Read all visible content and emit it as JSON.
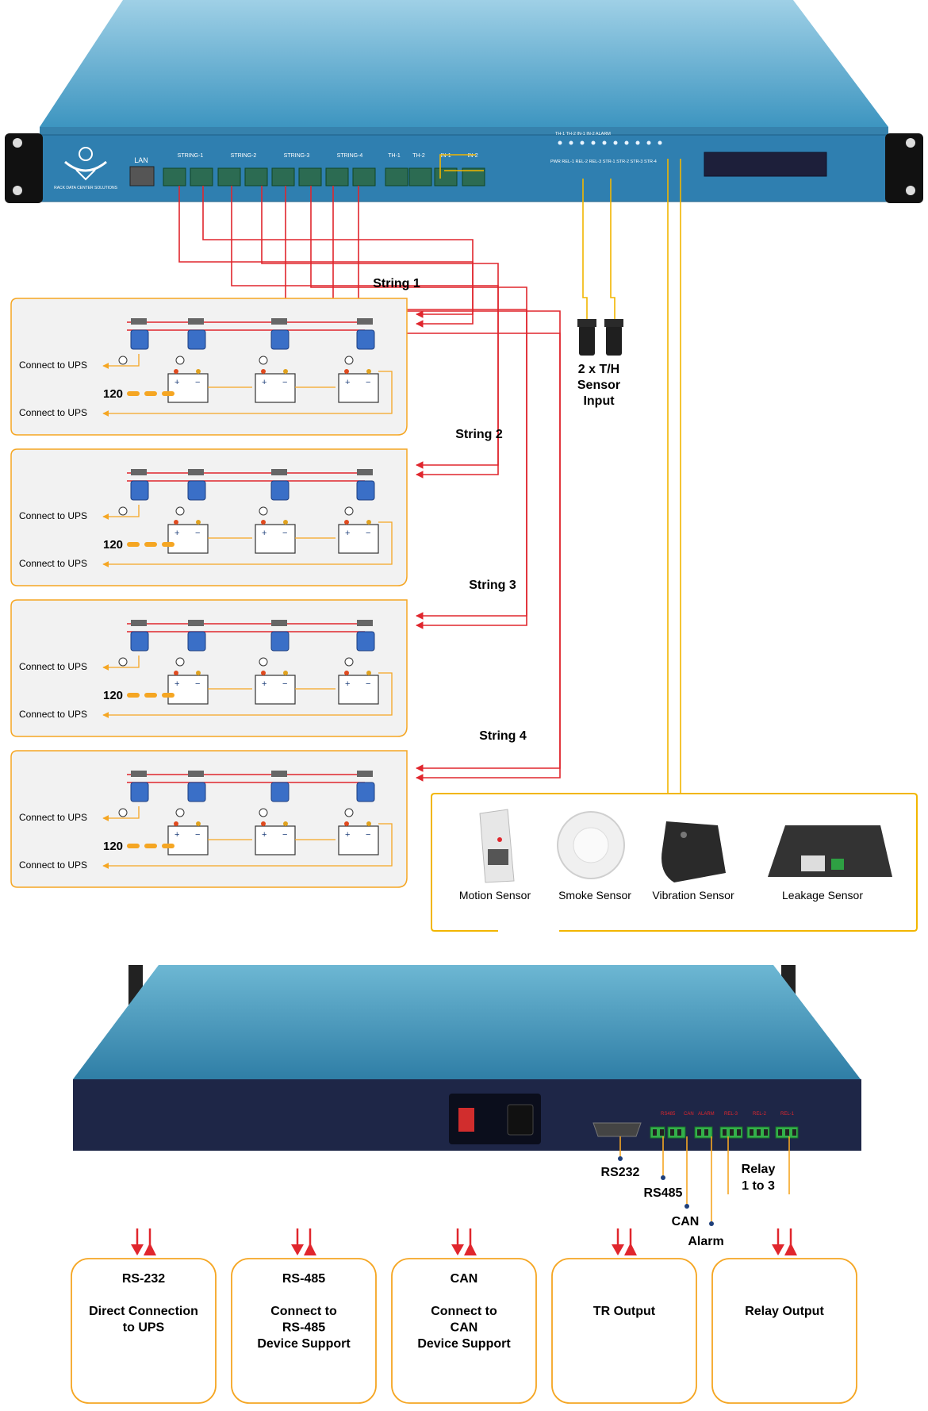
{
  "front_panel": {
    "lan": "LAN",
    "strings": [
      "STRING-1",
      "STRING-2",
      "STRING-3",
      "STRING-4"
    ],
    "th": [
      "TH-1",
      "TH-2"
    ],
    "inputs": [
      "IN-1",
      "IN-2"
    ],
    "led_row1": "TH-1  TH-2  IN-1  IN-2  ALARM",
    "led_row2": "PWR REL-1 REL-2 REL-3 STR-1 STR-2 STR-3 STR-4",
    "brand": "RACK DATA CENTER SOLUTIONS"
  },
  "string_groups": [
    {
      "title": "String 1",
      "ups_top": "Connect to UPS",
      "ups_bottom": "Connect to UPS",
      "count": "120"
    },
    {
      "title": "String 2",
      "ups_top": "Connect to UPS",
      "ups_bottom": "Connect to UPS",
      "count": "120"
    },
    {
      "title": "String 3",
      "ups_top": "Connect to UPS",
      "ups_bottom": "Connect to UPS",
      "count": "120"
    },
    {
      "title": "String 4",
      "ups_top": "Connect to UPS",
      "ups_bottom": "Connect to UPS",
      "count": "120"
    }
  ],
  "th_sensor": {
    "line1": "2 x T/H",
    "line2": "Sensor",
    "line3": "Input"
  },
  "sensors": [
    "Motion Sensor",
    "Smoke Sensor",
    "Vibration Sensor",
    "Leakage Sensor"
  ],
  "rear_panel": {
    "port_labels": [
      "RS485",
      "CAN",
      "ALARM",
      "REL-3",
      "REL-2",
      "REL-1"
    ],
    "callouts": {
      "rs232": "RS232",
      "rs485": "RS485",
      "can": "CAN",
      "alarm": "Alarm",
      "relay_line1": "Relay",
      "relay_line2": "1 to 3"
    }
  },
  "bottom_boxes": [
    {
      "lines": [
        "RS-232",
        "",
        "Direct Connection",
        "to UPS"
      ]
    },
    {
      "lines": [
        "RS-485",
        "",
        "Connect to",
        "RS-485",
        "Device Support"
      ]
    },
    {
      "lines": [
        "CAN",
        "",
        "Connect to",
        "CAN",
        "Device Support"
      ]
    },
    {
      "lines": [
        "",
        "",
        "TR Output"
      ]
    },
    {
      "lines": [
        "",
        "",
        "Relay Output"
      ]
    }
  ],
  "colors": {
    "chassis_top": "#4aa3c9",
    "chassis_front": "#2f7fb0",
    "rear_top": "#3f8fb3",
    "rear_face": "#1e2647",
    "red_wire": "#e0262d",
    "yellow_wire": "#f2b600",
    "orange_frame": "#f5a623",
    "battery_dash": "#f5a623",
    "group_fill": "#f2f2f2",
    "box_border": "#f5a623"
  }
}
